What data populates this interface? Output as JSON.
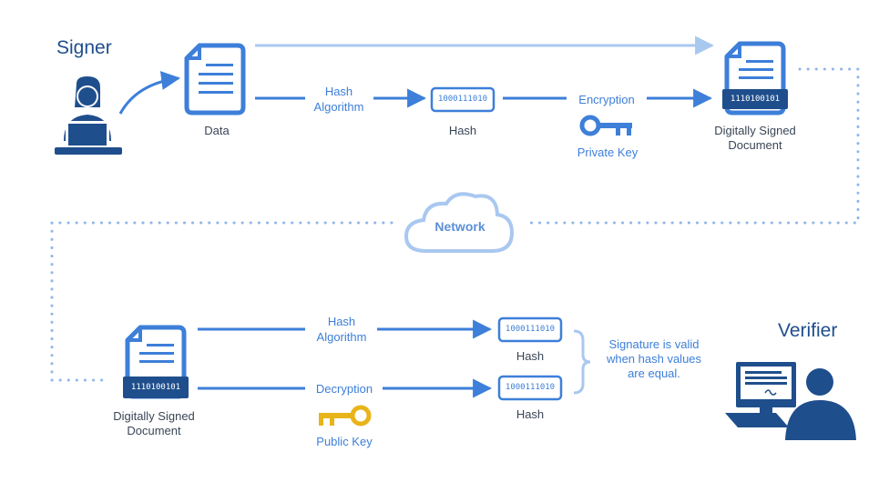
{
  "actors": {
    "signer": "Signer",
    "verifier": "Verifier"
  },
  "top": {
    "data_label": "Data",
    "hash_algorithm_line1": "Hash",
    "hash_algorithm_line2": "Algorithm",
    "hash_bits": "1000111010",
    "hash_label": "Hash",
    "encryption_label": "Encryption",
    "private_key_label": "Private Key",
    "signed_doc_bits": "1110100101",
    "signed_doc_line1": "Digitally Signed",
    "signed_doc_line2": "Document"
  },
  "network": {
    "label": "Network"
  },
  "bottom": {
    "signed_doc_bits": "1110100101",
    "signed_doc_line1": "Digitally Signed",
    "signed_doc_line2": "Document",
    "hash_algorithm_line1": "Hash",
    "hash_algorithm_line2": "Algorithm",
    "hash1_bits": "1000111010",
    "hash1_label": "Hash",
    "decryption_label": "Decryption",
    "public_key_label": "Public Key",
    "hash2_bits": "1000111010",
    "hash2_label": "Hash",
    "note_line1": "Signature is valid",
    "note_line2": "when hash values",
    "note_line3": "are equal."
  },
  "colors": {
    "primary": "#3d7fd9",
    "dark_blue": "#1f4e8c",
    "light_blue": "#a9c8f0",
    "gold": "#e8b41a",
    "cloud": "#cfe0f7"
  },
  "icons": {
    "signer": "person-at-laptop-icon",
    "verifier": "person-at-computer-icon",
    "document": "document-icon",
    "signed_document": "signed-document-icon",
    "hash": "hash-value-box-icon",
    "private_key": "key-icon",
    "public_key": "key-icon",
    "network": "cloud-icon"
  }
}
